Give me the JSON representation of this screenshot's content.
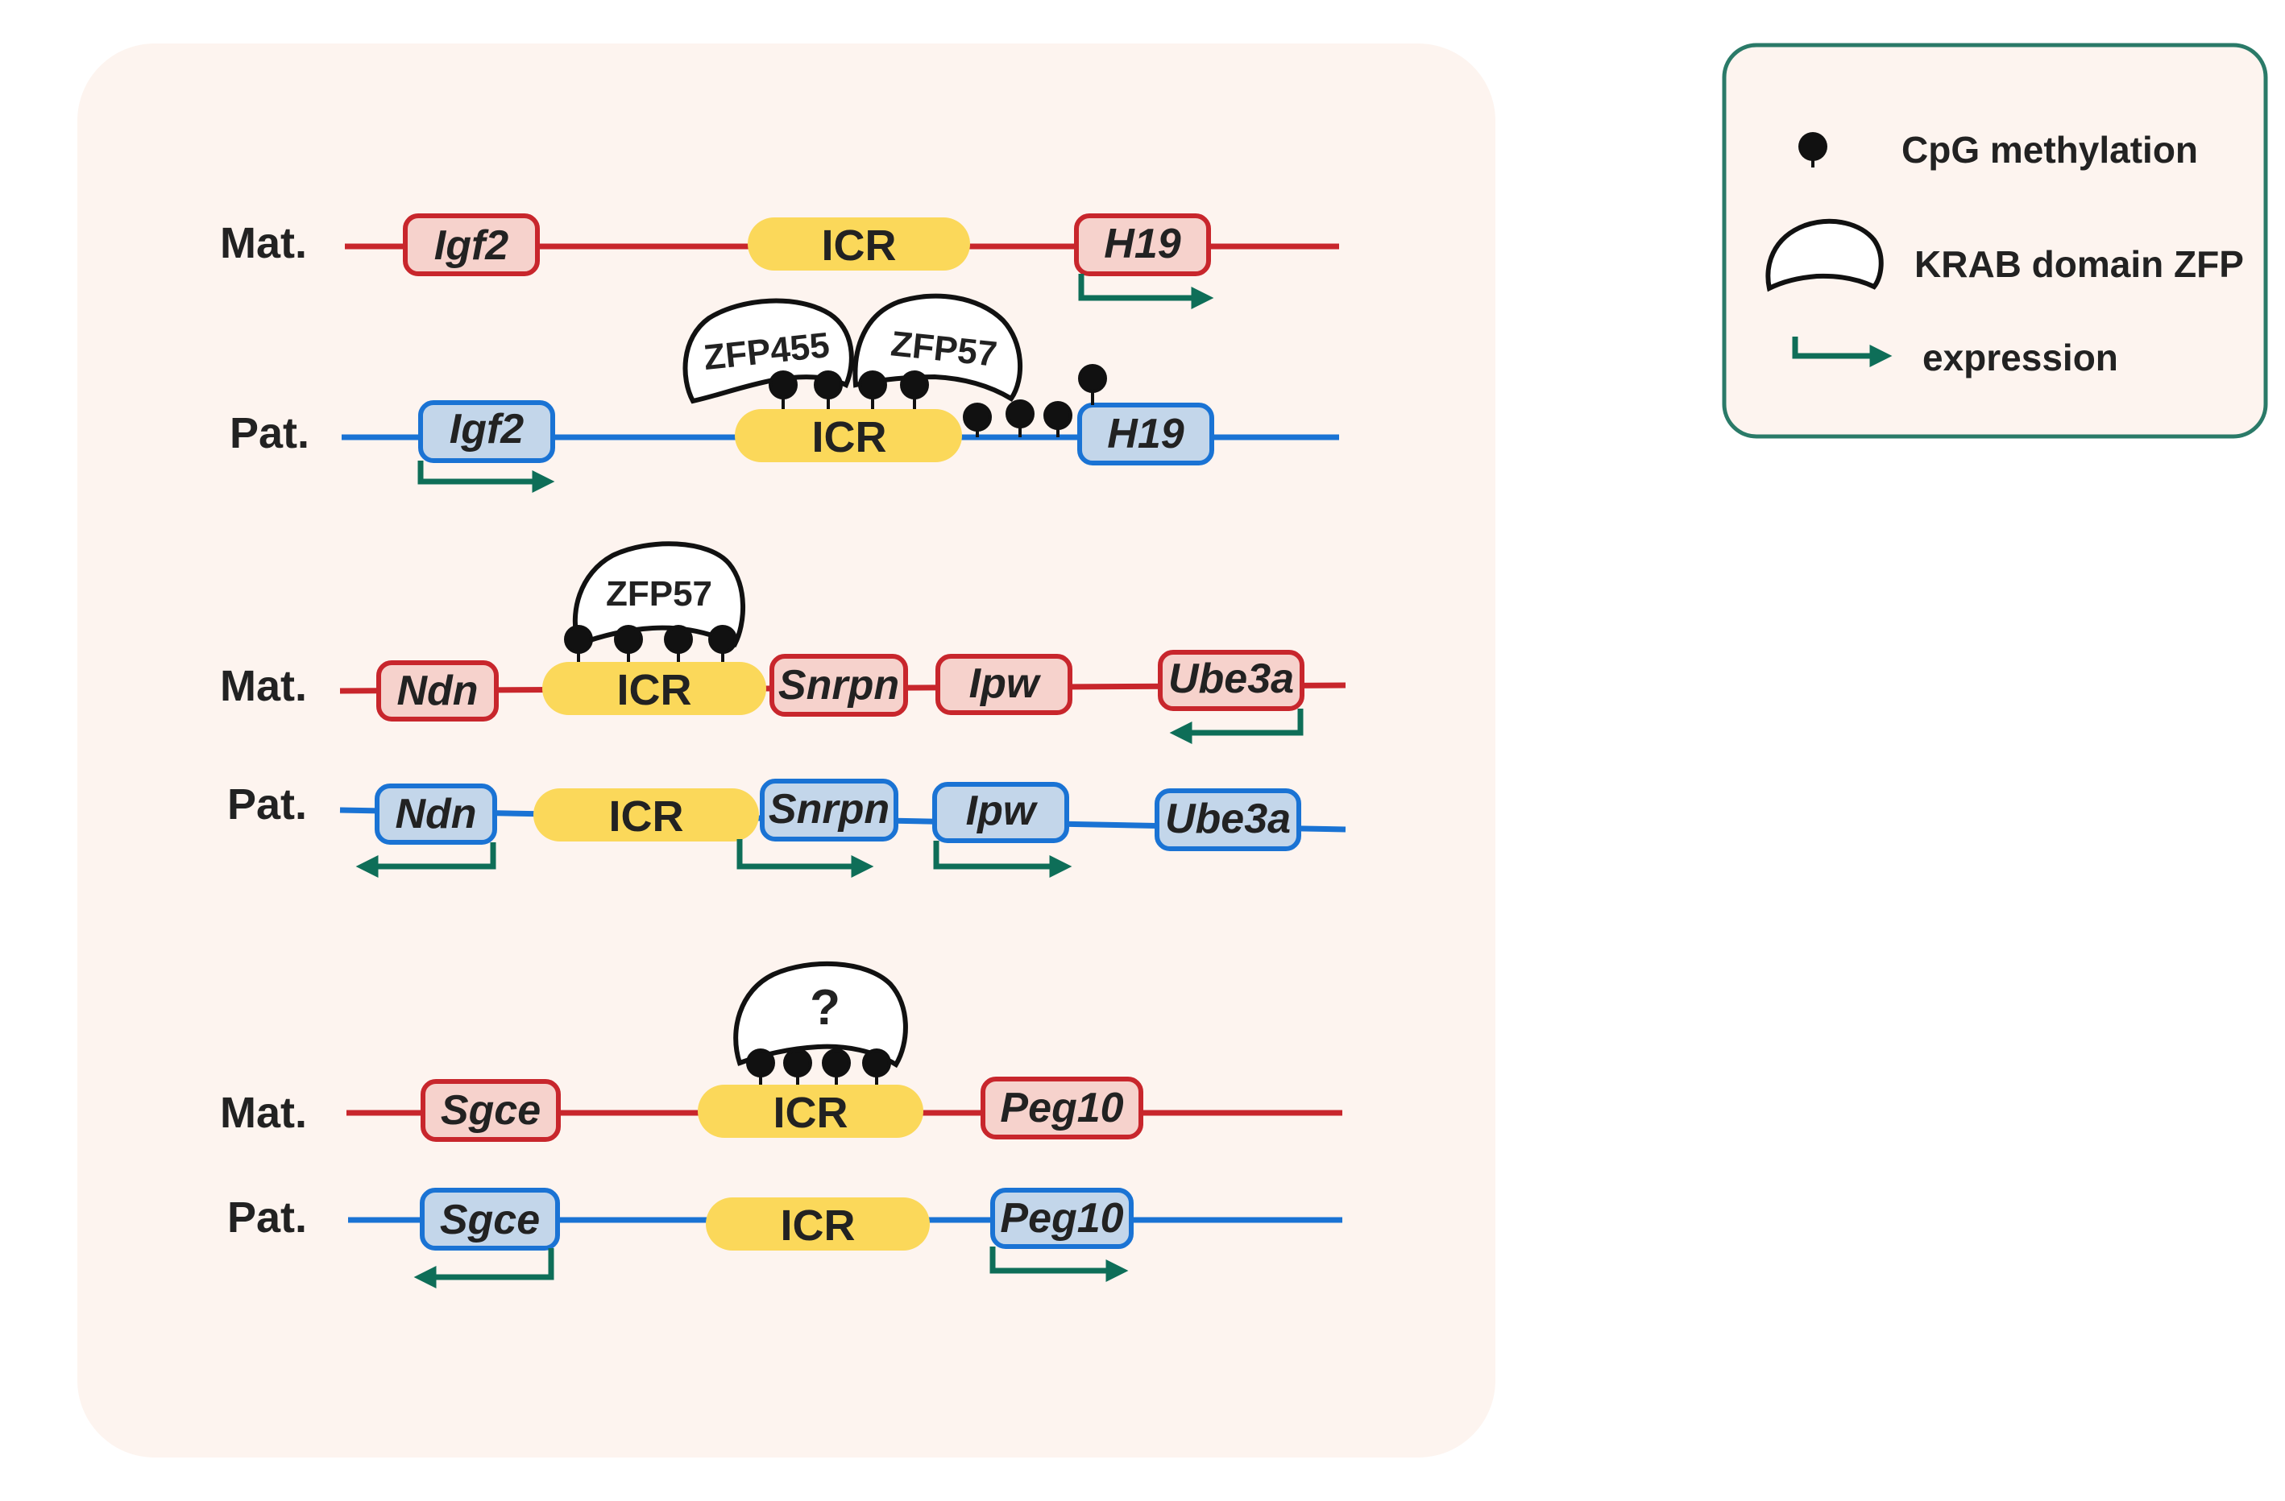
{
  "colors": {
    "maternal": "#c8262c",
    "paternal": "#1a73d4",
    "icr": "#fbd85a",
    "mat_gene_fill": "#f6d2cc",
    "pat_gene_fill": "#c3d6ea",
    "expression": "#0e6e58",
    "panel": "#fdf4ef",
    "legend_border": "#2a7a68"
  },
  "loci": [
    {
      "maternal": {
        "label": "Mat.",
        "genes": [
          {
            "id": "igf2",
            "name": "Igf2"
          },
          {
            "id": "icr",
            "name": "ICR"
          },
          {
            "id": "h19",
            "name": "H19"
          }
        ]
      },
      "paternal": {
        "label": "Pat.",
        "genes": [
          {
            "id": "igf2",
            "name": "Igf2"
          },
          {
            "id": "icr",
            "name": "ICR"
          },
          {
            "id": "h19",
            "name": "H19"
          }
        ],
        "zfps": [
          "ZFP455",
          "ZFP57"
        ]
      }
    },
    {
      "maternal": {
        "label": "Mat.",
        "genes": [
          {
            "id": "ndn",
            "name": "Ndn"
          },
          {
            "id": "icr",
            "name": "ICR"
          },
          {
            "id": "snrpn",
            "name": "Snrpn"
          },
          {
            "id": "ipw",
            "name": "Ipw"
          },
          {
            "id": "ube3a",
            "name": "Ube3a"
          }
        ],
        "zfps": [
          "ZFP57"
        ]
      },
      "paternal": {
        "label": "Pat.",
        "genes": [
          {
            "id": "ndn",
            "name": "Ndn"
          },
          {
            "id": "icr",
            "name": "ICR"
          },
          {
            "id": "snrpn",
            "name": "Snrpn"
          },
          {
            "id": "ipw",
            "name": "Ipw"
          },
          {
            "id": "ube3a",
            "name": "Ube3a"
          }
        ]
      }
    },
    {
      "maternal": {
        "label": "Mat.",
        "genes": [
          {
            "id": "sgce",
            "name": "Sgce"
          },
          {
            "id": "icr",
            "name": "ICR"
          },
          {
            "id": "peg10",
            "name": "Peg10"
          }
        ],
        "zfps": [
          "?"
        ]
      },
      "paternal": {
        "label": "Pat.",
        "genes": [
          {
            "id": "sgce",
            "name": "Sgce"
          },
          {
            "id": "icr",
            "name": "ICR"
          },
          {
            "id": "peg10",
            "name": "Peg10"
          }
        ]
      }
    }
  ],
  "legend": {
    "methylation": "CpG methylation",
    "zfp": "KRAB domain ZFP",
    "expression": "expression"
  }
}
